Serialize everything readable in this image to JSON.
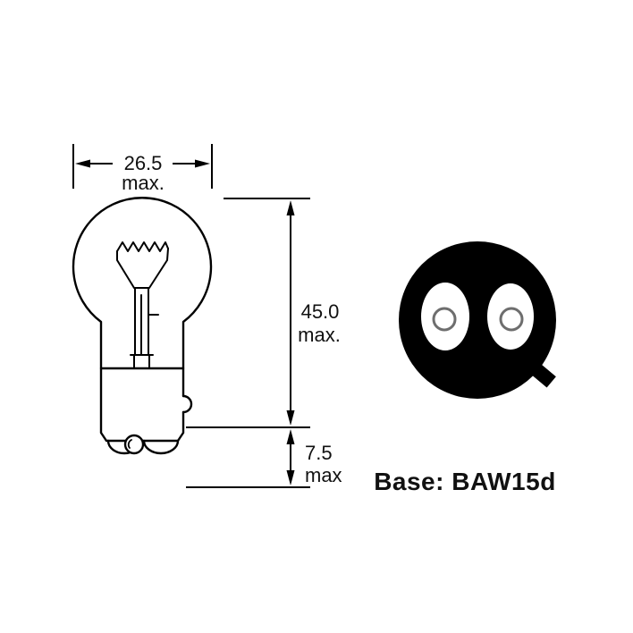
{
  "diagram": {
    "dimensions": {
      "width": {
        "value": "26.5",
        "qualifier": "max."
      },
      "height": {
        "value": "45.0",
        "qualifier": "max."
      },
      "base_height": {
        "value": "7.5",
        "qualifier": "max"
      }
    },
    "base_label": "Base: BAW15d"
  },
  "colors": {
    "line": "#000000",
    "background": "#ffffff",
    "base_cap_fill": "#000000",
    "contact_ring": "#6e6e6e"
  }
}
